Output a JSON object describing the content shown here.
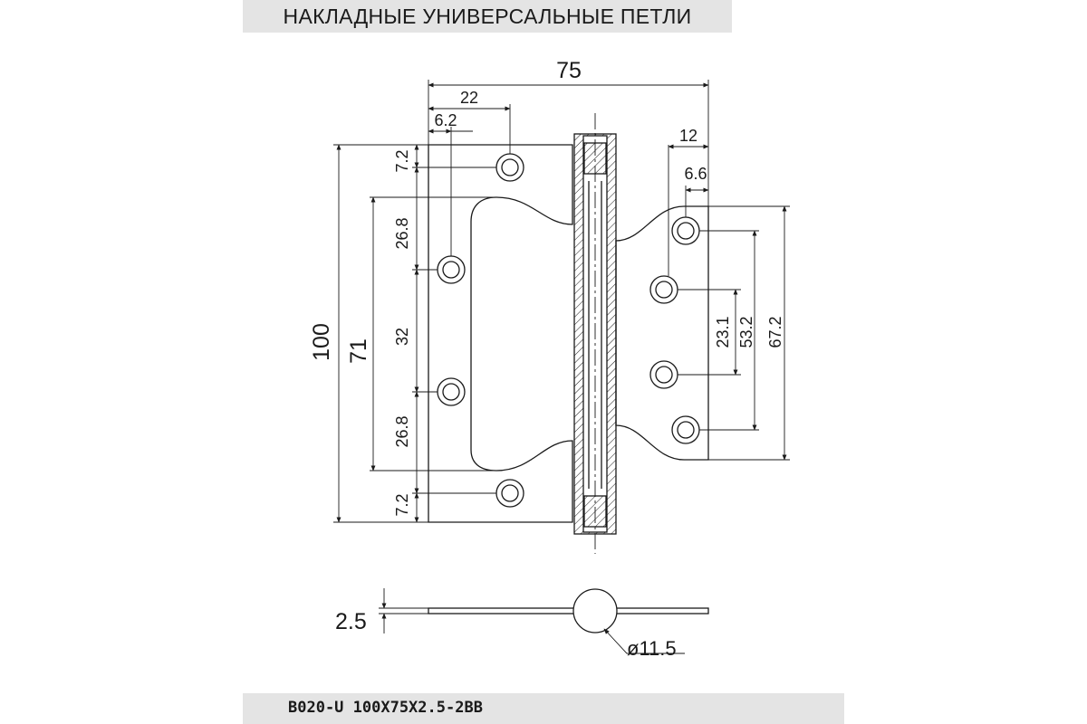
{
  "title": "НАКЛАДНЫЕ УНИВЕРСАЛЬНЫЕ ПЕТЛИ",
  "model": "B020-U 100X75X2.5-2BB",
  "dimensions": {
    "overall_width": "75",
    "left_leaf_outer_hole": "22",
    "left_leaf_edge_hole": "6.2",
    "right_leaf_hole_offset": "12",
    "right_leaf_edge_hole": "6.6",
    "overall_height": "100",
    "left_leaf_height": "71",
    "top_margin": "7.2",
    "upper_span": "26.8",
    "middle_span": "32",
    "lower_span": "26.8",
    "bottom_margin": "7.2",
    "right_inner_span": "23.1",
    "right_mid_span": "53.2",
    "right_outer_span": "67.2",
    "thickness": "2.5",
    "pin_diameter": "ø11.5"
  },
  "colors": {
    "line": "#1a1a1a",
    "banner": "#e4e4e4"
  }
}
